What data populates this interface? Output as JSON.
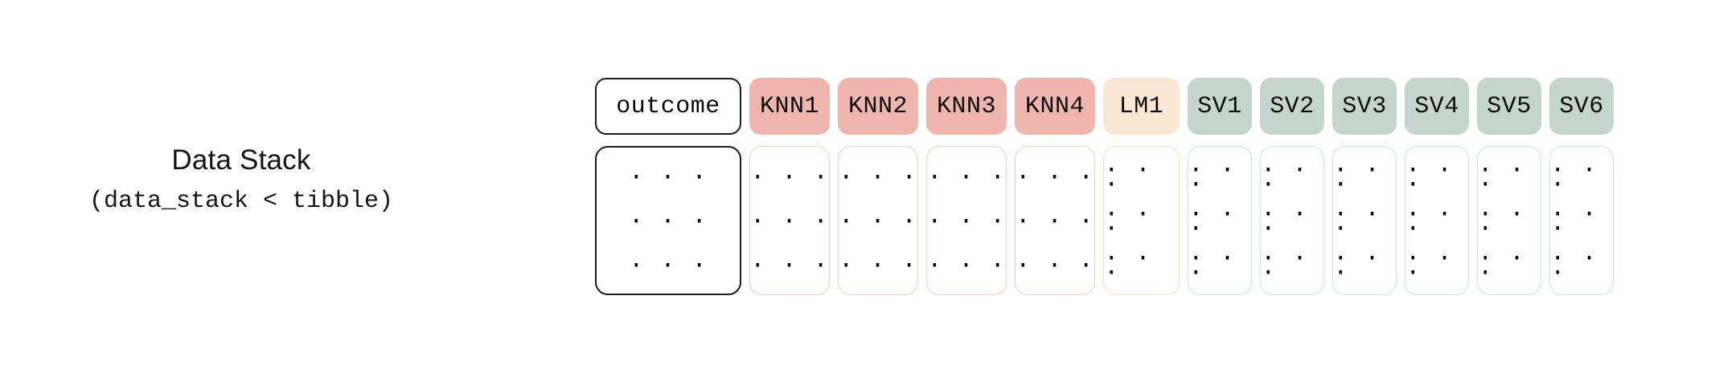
{
  "caption": {
    "title": "Data Stack",
    "subtitle": "(data_stack < tibble)"
  },
  "table": {
    "ellipsis": "· · ·",
    "row_count": 3,
    "columns": [
      {
        "label": "outcome",
        "kind": "outcome",
        "width": 182,
        "header_fill": "#ffffff",
        "header_border": "#1a1a1a",
        "body_border": "#1a1a1a"
      },
      {
        "label": "KNN1",
        "kind": "knn",
        "width": 100,
        "header_fill": "#f0b6ae",
        "header_border": "none",
        "body_border": "#f5c9c2"
      },
      {
        "label": "KNN2",
        "kind": "knn",
        "width": 100,
        "header_fill": "#f0b6ae",
        "header_border": "none",
        "body_border": "#f5c9c2"
      },
      {
        "label": "KNN3",
        "kind": "knn",
        "width": 100,
        "header_fill": "#f0b6ae",
        "header_border": "none",
        "body_border": "#f5c9c2"
      },
      {
        "label": "KNN4",
        "kind": "knn",
        "width": 100,
        "header_fill": "#f0b6ae",
        "header_border": "none",
        "body_border": "#f5c9c2"
      },
      {
        "label": "LM1",
        "kind": "lm",
        "width": 95,
        "header_fill": "#fae8d4",
        "header_border": "none",
        "body_border": "#f6ddc4"
      },
      {
        "label": "SV1",
        "kind": "sv",
        "width": 80,
        "header_fill": "#c3d5cc",
        "header_border": "none",
        "body_border": "#cfdfd8"
      },
      {
        "label": "SV2",
        "kind": "sv",
        "width": 80,
        "header_fill": "#c3d5cc",
        "header_border": "none",
        "body_border": "#cfdfd8"
      },
      {
        "label": "SV3",
        "kind": "sv",
        "width": 80,
        "header_fill": "#c3d5cc",
        "header_border": "none",
        "body_border": "#cfdfd8"
      },
      {
        "label": "SV4",
        "kind": "sv",
        "width": 80,
        "header_fill": "#c3d5cc",
        "header_border": "none",
        "body_border": "#cfdfd8"
      },
      {
        "label": "SV5",
        "kind": "sv",
        "width": 80,
        "header_fill": "#c3d5cc",
        "header_border": "none",
        "body_border": "#cfdfd8"
      },
      {
        "label": "SV6",
        "kind": "sv",
        "width": 80,
        "header_fill": "#c3d5cc",
        "header_border": "none",
        "body_border": "#cfdfd8"
      }
    ]
  },
  "palette": {
    "background": "#ffffff",
    "text": "#0a0a0a",
    "knn_fill": "#f0b6ae",
    "lm_fill": "#fae8d4",
    "sv_fill": "#c3d5cc",
    "outcome_border": "#1a1a1a"
  }
}
